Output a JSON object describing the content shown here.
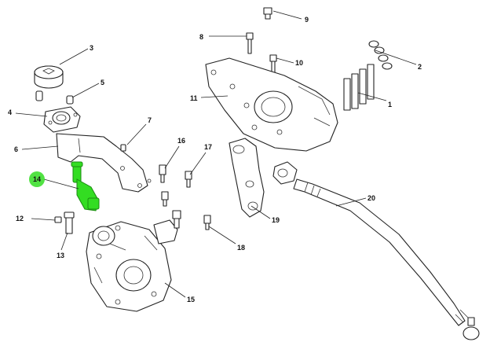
{
  "callouts": [
    {
      "id": "c1",
      "text": "1"
    },
    {
      "id": "c2",
      "text": "2"
    },
    {
      "id": "c3",
      "text": "3"
    },
    {
      "id": "c4",
      "text": "4"
    },
    {
      "id": "c5",
      "text": "5"
    },
    {
      "id": "c6",
      "text": "6"
    },
    {
      "id": "c7",
      "text": "7"
    },
    {
      "id": "c8",
      "text": "8"
    },
    {
      "id": "c9",
      "text": "9"
    },
    {
      "id": "c10",
      "text": "10"
    },
    {
      "id": "c11",
      "text": "11"
    },
    {
      "id": "c12",
      "text": "12"
    },
    {
      "id": "c13",
      "text": "13"
    },
    {
      "id": "c14",
      "text": "14"
    },
    {
      "id": "c15",
      "text": "15"
    },
    {
      "id": "c16",
      "text": "16"
    },
    {
      "id": "c17",
      "text": "17"
    },
    {
      "id": "c18",
      "text": "18"
    },
    {
      "id": "c19",
      "text": "19"
    },
    {
      "id": "c20",
      "text": "20"
    }
  ],
  "colors": {
    "highlight": "#33dd22",
    "line": "#222222",
    "background": "#ffffff"
  },
  "selected_part": "14"
}
